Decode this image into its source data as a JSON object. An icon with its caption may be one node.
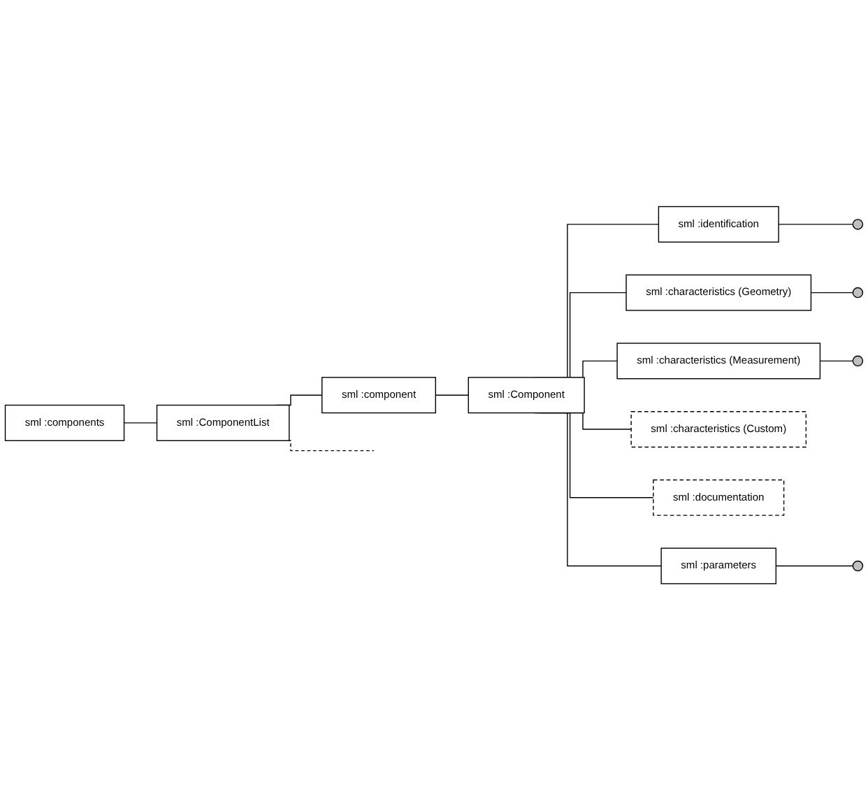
{
  "diagram": {
    "nodes": [
      {
        "text": [
          "sml :components"
        ]
      },
      {
        "text": [
          "sml :ComponentList"
        ]
      },
      {
        "text": [
          "sml :component"
        ]
      },
      {
        "text": [
          "sml :Component"
        ]
      },
      {
        "text": [
          "sml :identification"
        ]
      },
      {
        "text": [
          "sml :characteristics (Geometry)"
        ]
      },
      {
        "text": [
          "sml :characteristics (Measurement)"
        ]
      },
      {
        "text": [
          "sml :characteristics (Custom)"
        ]
      },
      {
        "text": [
          "sml :documentation"
        ]
      },
      {
        "text": [
          "sml :parameters"
        ]
      },
      {
        "text": [],
        "shape": "circle"
      },
      {
        "text": [],
        "shape": "circle"
      },
      {
        "text": [],
        "shape": "circle"
      },
      {
        "text": [],
        "shape": "circle"
      }
    ],
    "edges": [
      {
        "from": 0,
        "to": 1,
        "arrow": "none"
      },
      {
        "from": 1,
        "to": 2,
        "arrow": "none"
      },
      {
        "from": 1,
        "to": null,
        "arrow": "none",
        "style": "dashed"
      },
      {
        "from": 2,
        "to": 3,
        "arrow": "none"
      },
      {
        "from": 3,
        "to": 4,
        "arrow": "none"
      },
      {
        "from": 3,
        "to": 5,
        "arrow": "none"
      },
      {
        "from": 3,
        "to": 6,
        "arrow": "none"
      },
      {
        "from": 3,
        "to": 7,
        "arrow": "none"
      },
      {
        "from": 3,
        "to": 8,
        "arrow": "none"
      },
      {
        "from": 3,
        "to": 9,
        "arrow": "none"
      },
      {
        "from": 4,
        "to": 10,
        "arrow": "none"
      },
      {
        "from": 5,
        "to": 11,
        "arrow": "none"
      },
      {
        "from": 6,
        "to": 12,
        "arrow": "none"
      },
      {
        "from": 9,
        "to": 13,
        "arrow": "none"
      }
    ]
  }
}
